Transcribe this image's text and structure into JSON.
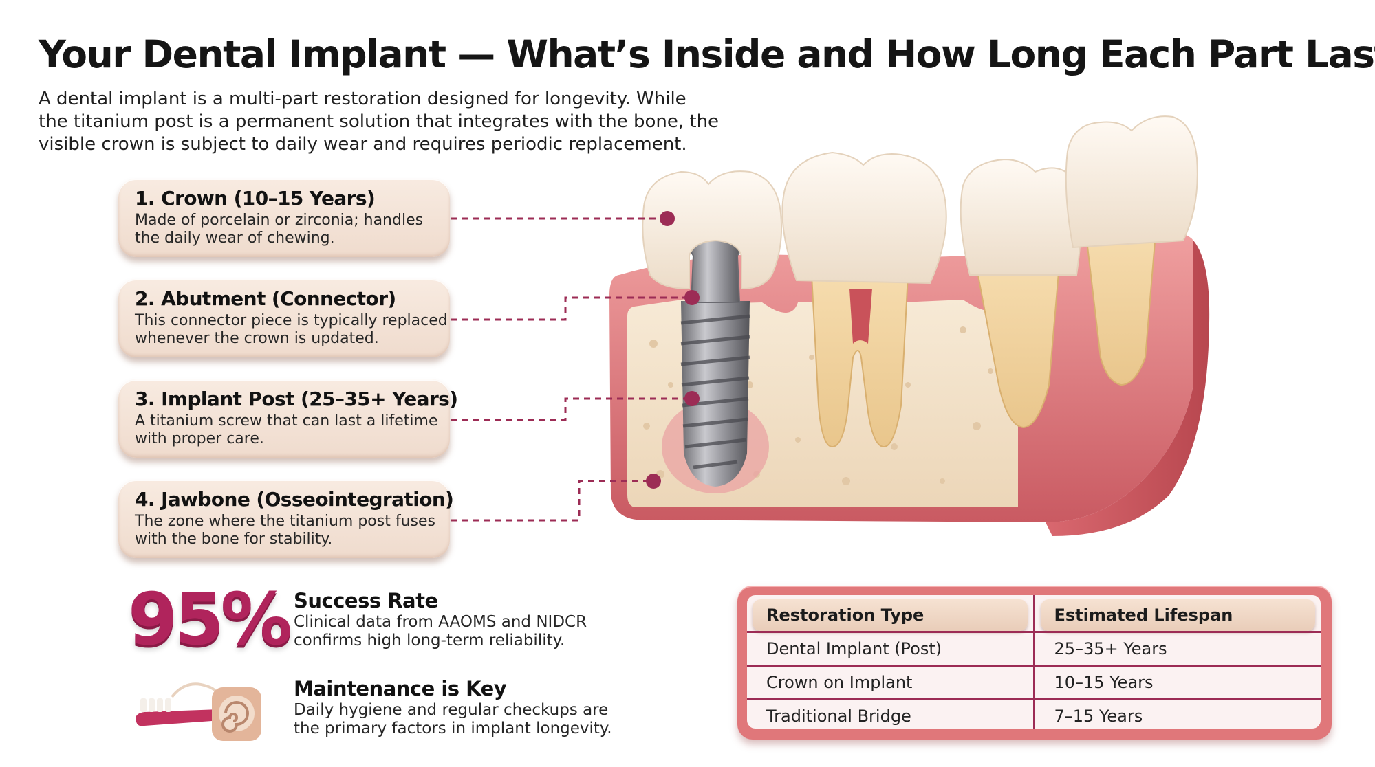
{
  "header": {
    "title": "Your Dental Implant — What’s Inside and How Long Each Part Lasts",
    "intro_lines": [
      "A dental implant is a multi-part restoration designed for longevity. While",
      "the titanium post is a permanent solution that integrates with the bone, the",
      "visible crown is subject to daily wear and requires periodic replacement."
    ]
  },
  "parts": [
    {
      "title": "1. Crown (10–15 Years)",
      "desc": [
        "Made of porcelain or zirconia; handles",
        "the daily wear of chewing."
      ]
    },
    {
      "title": "2. Abutment (Connector)",
      "desc": [
        "This connector piece is typically replaced",
        "whenever the crown is updated."
      ]
    },
    {
      "title": "3. Implant Post (25–35+ Years)",
      "desc": [
        "A titanium screw that can last a lifetime",
        "with proper care."
      ]
    },
    {
      "title": "4. Jawbone (Osseointegration)",
      "desc": [
        "The zone where the titanium post fuses",
        "with the bone for stability."
      ]
    }
  ],
  "stats": {
    "success": {
      "value": "95%",
      "title": "Success Rate",
      "desc": [
        "Clinical data from AAOMS and NIDCR",
        "confirms high long-term reliability."
      ]
    },
    "maintenance": {
      "title": "Maintenance is Key",
      "desc": [
        "Daily hygiene and regular checkups are",
        "the primary factors in implant longevity."
      ],
      "icon": "toothbrush-floss-icon"
    }
  },
  "table": {
    "headers": [
      "Restoration Type",
      "Estimated Lifespan"
    ],
    "rows": [
      [
        "Dental Implant (Post)",
        "25–35+ Years"
      ],
      [
        "Crown on Implant",
        "10–15 Years"
      ],
      [
        "Traditional Bridge",
        "7–15 Years"
      ]
    ]
  },
  "colors": {
    "accent": "#b0245c",
    "leader": "#9c2c55",
    "gum": "#e0777a",
    "bone": "#f4e3cc",
    "card": "#f2e0d3"
  }
}
